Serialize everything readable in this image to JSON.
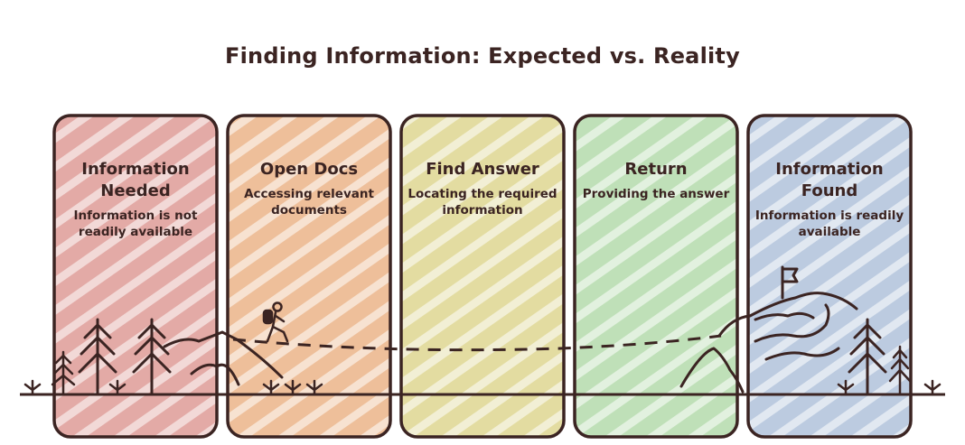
{
  "title": "Finding Information: Expected vs. Reality",
  "stages": [
    {
      "heading": "Information Needed",
      "description": "Information is not readily available",
      "color": "#e3aaa6"
    },
    {
      "heading": "Open Docs",
      "description": "Accessing relevant documents",
      "color": "#eebf9a"
    },
    {
      "heading": "Find Answer",
      "description": "Locating the required information",
      "color": "#e3dca1"
    },
    {
      "heading": "Return",
      "description": "Providing the answer",
      "color": "#bfe0b8"
    },
    {
      "heading": "Information Found",
      "description": "Information is readily available",
      "color": "#bccbe0"
    }
  ],
  "colors": {
    "ink": "#3b2422",
    "background": "#ffffff"
  },
  "icons": [
    "pine-tree-icon",
    "hiker-icon",
    "mountain-icon",
    "flag-icon",
    "grass-tuft-icon"
  ]
}
